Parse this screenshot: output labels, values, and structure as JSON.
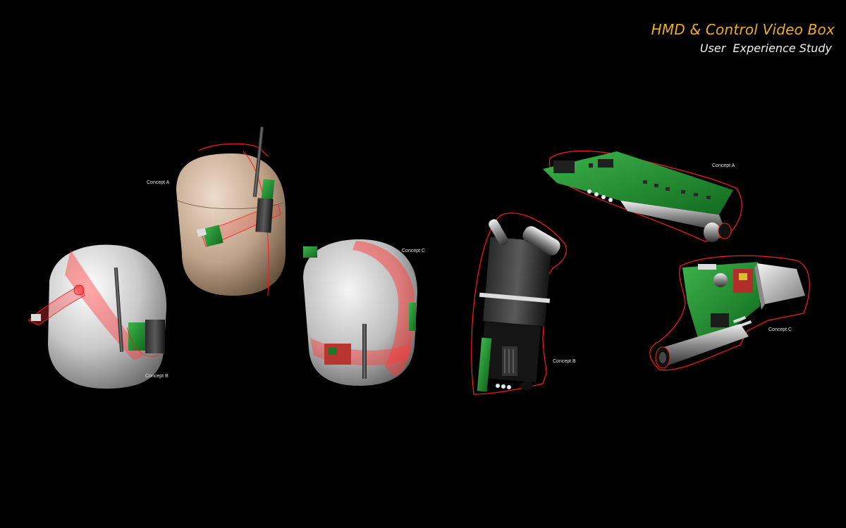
{
  "header": {
    "title": "HMD & Control Video Box",
    "subtitle": "User  Experience Study"
  },
  "hmd_concepts": {
    "concept_a": "Concept A",
    "concept_b": "Concept B",
    "concept_c": "Concept C"
  },
  "video_box_concepts": {
    "concept_a": "Concept A",
    "concept_b": "Concept B",
    "concept_c": "Concept C"
  },
  "colors": {
    "background": "#000000",
    "title": "#f0ad1e",
    "subtitle": "#f2f2f2",
    "outline": "#ff1a1a",
    "pcb": "#1f8a2c"
  }
}
